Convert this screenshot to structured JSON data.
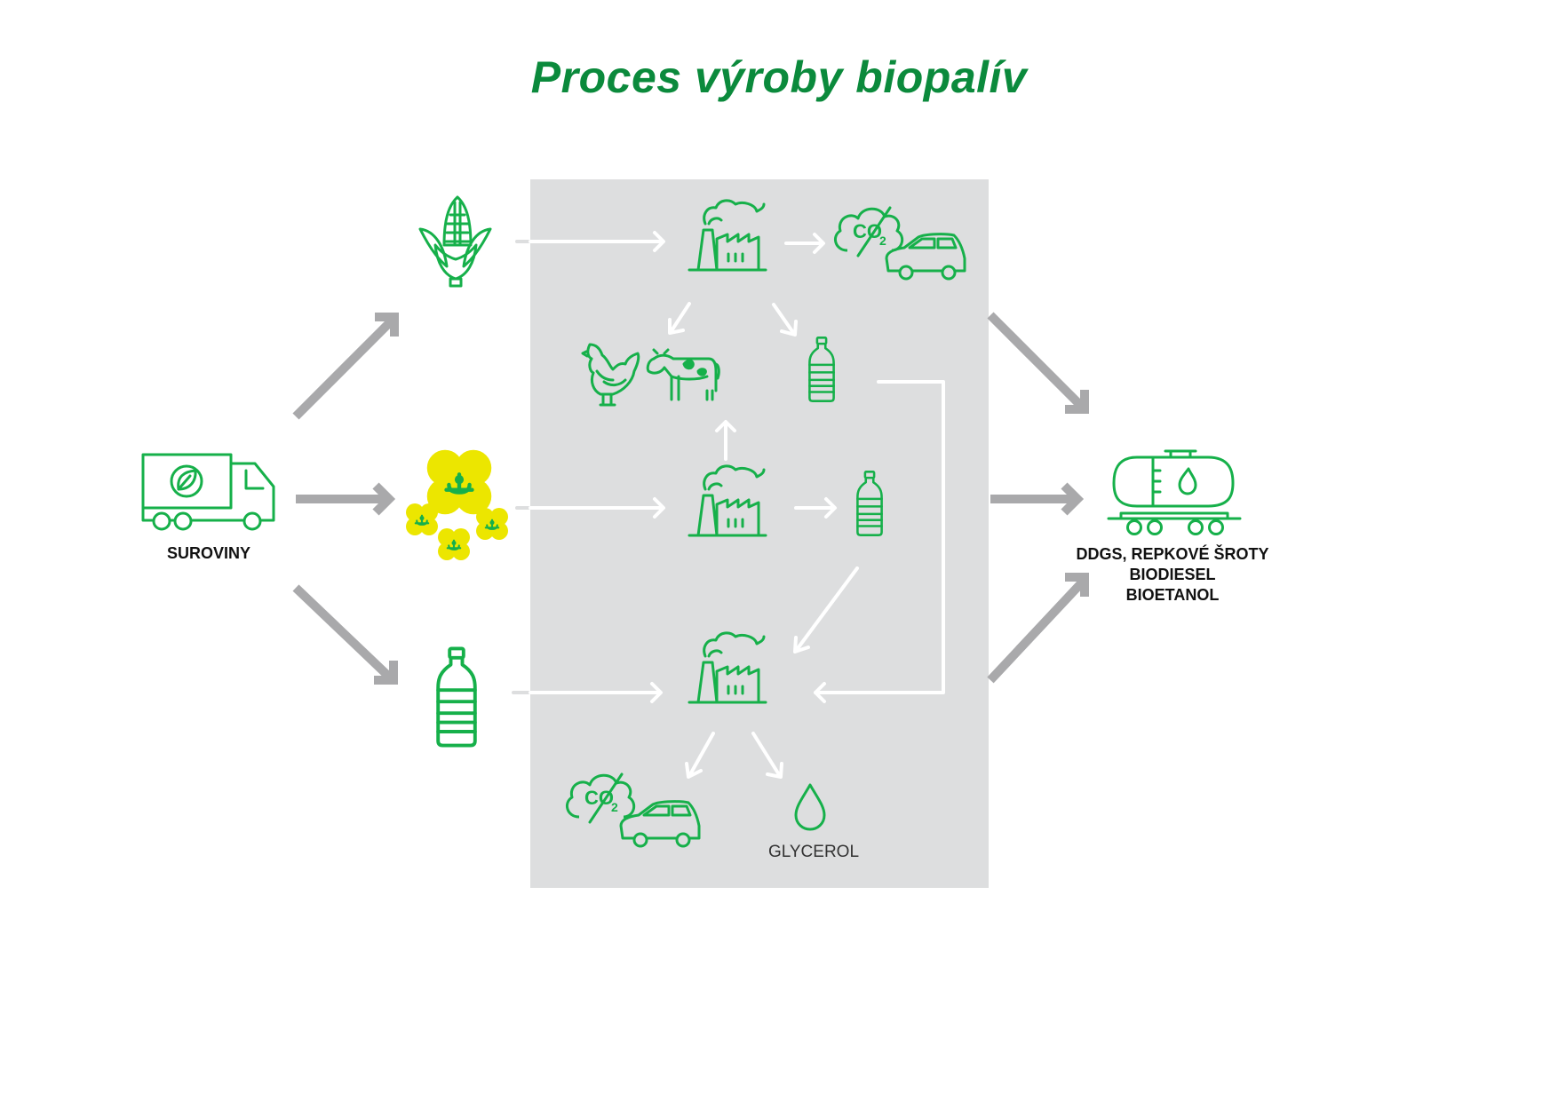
{
  "title": "Proces výroby biopalív",
  "colors": {
    "green": "#16b04a",
    "dark_green": "#0b8a3c",
    "yellow": "#ece600",
    "arrow_grey": "#a9a9ab",
    "panel_grey": "#dddedf",
    "white_arrow": "#ffffff"
  },
  "labels": {
    "source": "SUROVINY",
    "products": [
      "DDGS, REPKOVÉ ŠROTY",
      "BIODIESEL",
      "BIOETANOL"
    ],
    "glycerol": "GLYCEROL"
  },
  "icons": {
    "source": "truck-leaf-icon",
    "input_1": "corn-icon",
    "input_2": "rapeseed-flower-icon",
    "input_3": "oil-bottle-icon",
    "factory": "factory-icon",
    "emission": "co2-reduced-car-icon",
    "animals": "chicken-cow-icon",
    "oil": "oil-bottle-icon",
    "glycerol": "drop-icon",
    "output": "tank-wagon-icon"
  },
  "co2_text": "CO",
  "co2_sub": "2"
}
